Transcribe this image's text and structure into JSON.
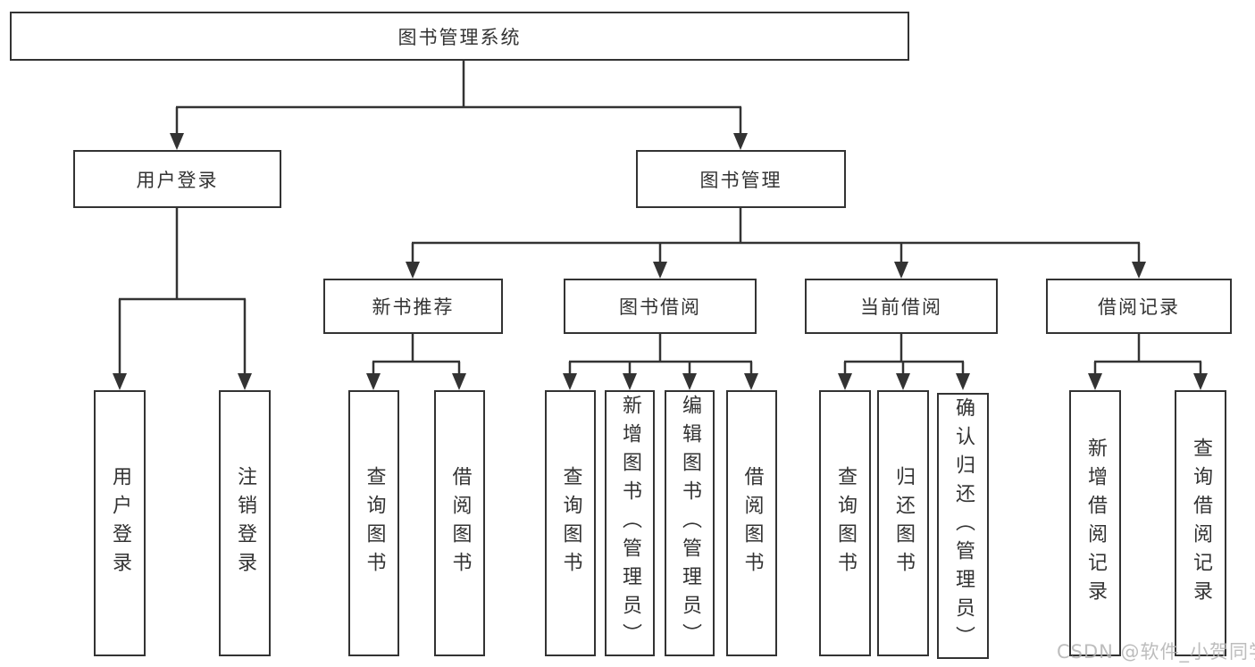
{
  "diagram": {
    "root": "图书管理系统",
    "level2": [
      {
        "label": "用户登录",
        "children": [
          "用户登录",
          "注销登录"
        ]
      },
      {
        "label": "图书管理"
      }
    ],
    "modules": [
      {
        "label": "新书推荐",
        "children": [
          "查询图书",
          "借阅图书"
        ]
      },
      {
        "label": "图书借阅",
        "children": [
          "查询图书",
          "新增图书（管理员）",
          "编辑图书（管理员）",
          "借阅图书"
        ]
      },
      {
        "label": "当前借阅",
        "children": [
          "查询图书",
          "归还图书",
          "确认归还（管理员）"
        ]
      },
      {
        "label": "借阅记录",
        "children": [
          "新增借阅记录",
          "查询借阅记录"
        ]
      }
    ],
    "watermark": "CSDN @软件_小贺同学",
    "colors": {
      "line": "#333333",
      "text": "#333333",
      "watermark": "#b2b2b2",
      "background": "#ffffff"
    }
  }
}
